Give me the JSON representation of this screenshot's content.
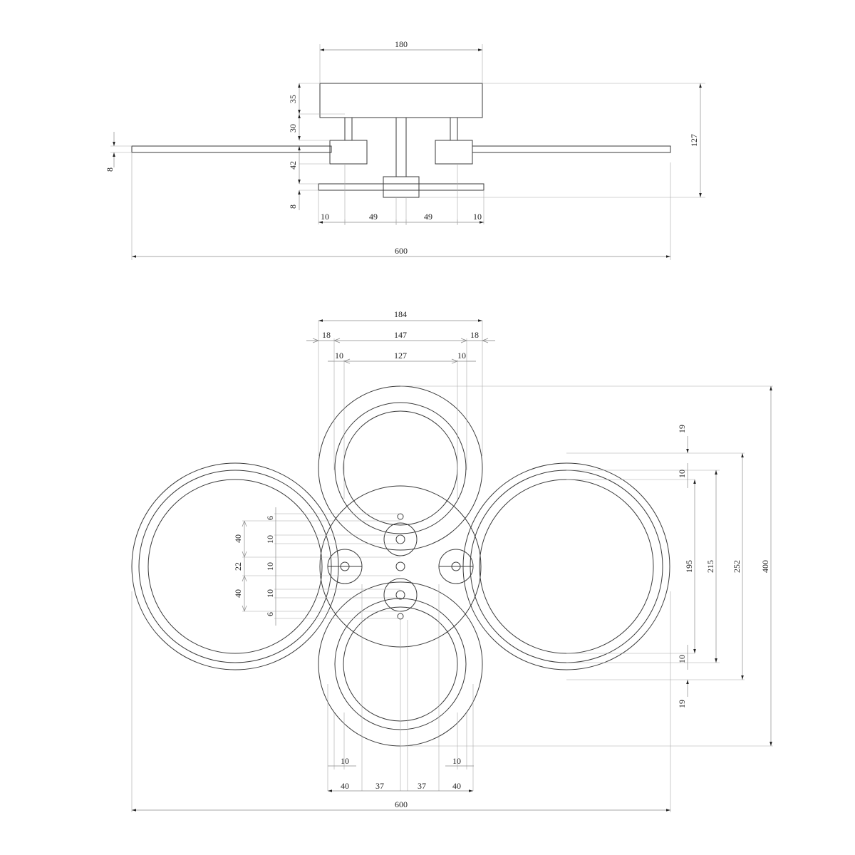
{
  "side_view": {
    "plate_width": "180",
    "plate_height": "35",
    "stem_height": "30",
    "drop_height": "42",
    "lower_bar_thickness": "8",
    "arm_thickness": "8",
    "overall_height": "127",
    "offset_left": "10",
    "spacing_left": "49",
    "spacing_right": "49",
    "offset_right": "10",
    "overall_width": "600"
  },
  "plan_view": {
    "top": {
      "outer": "184",
      "margin_left": "18",
      "middle": "147",
      "margin_right": "18",
      "ring_left": "10",
      "inner": "127",
      "ring_right": "10"
    },
    "left": {
      "a": "6",
      "b": "40",
      "c": "10",
      "d": "22",
      "e": "10",
      "f": "40",
      "g": "10",
      "h": "6"
    },
    "right": {
      "top_gap": "19",
      "ring_top": "10",
      "inner": "195",
      "middle": "215",
      "outer": "252",
      "overall": "400",
      "ring_bottom": "10",
      "bottom_gap": "19"
    },
    "bottom": {
      "ring_left": "10",
      "ring_right": "10",
      "a": "40",
      "b": "37",
      "c": "37",
      "d": "40",
      "overall_width": "600"
    }
  }
}
